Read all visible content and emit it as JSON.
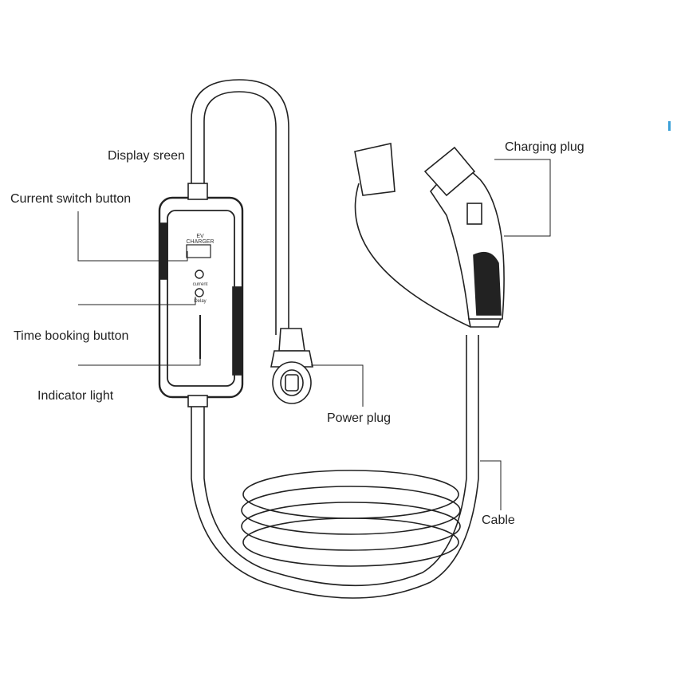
{
  "labels": {
    "display_screen": "Display sreen",
    "current_switch": "Current switch button",
    "time_booking": "Time booking button",
    "indicator_light": "Indicator light",
    "power_plug": "Power plug",
    "charging_plug": "Charging plug",
    "cable": "Cable"
  },
  "device": {
    "title_line1": "EV",
    "title_line2": "CHARGER",
    "button1": "current",
    "button2": "Delay"
  },
  "colors": {
    "accent_mark": "#3aa0d8"
  }
}
